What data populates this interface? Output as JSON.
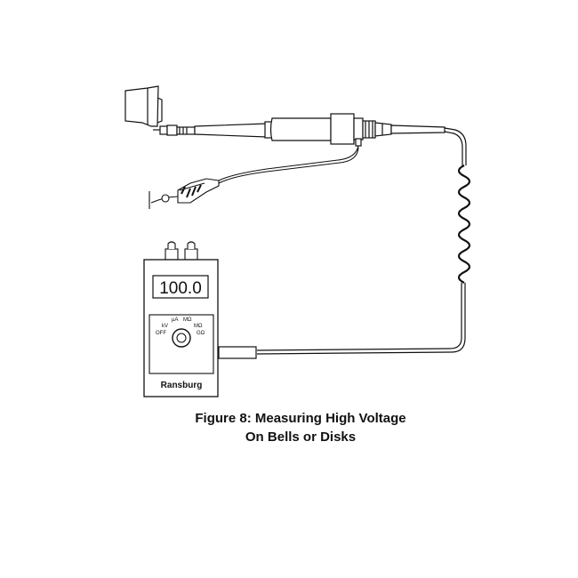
{
  "figure": {
    "caption_line1": "Figure 8:  Measuring High Voltage",
    "caption_line2": "On Bells or Disks"
  },
  "meter": {
    "display_value": "100.0",
    "brand": "Ransburg",
    "dial_labels": {
      "off": "OFF",
      "kv": "kV",
      "ua": "µA",
      "mohm": "MΩ",
      "mohm2": "MΩ",
      "gohm": "GΩ"
    }
  }
}
